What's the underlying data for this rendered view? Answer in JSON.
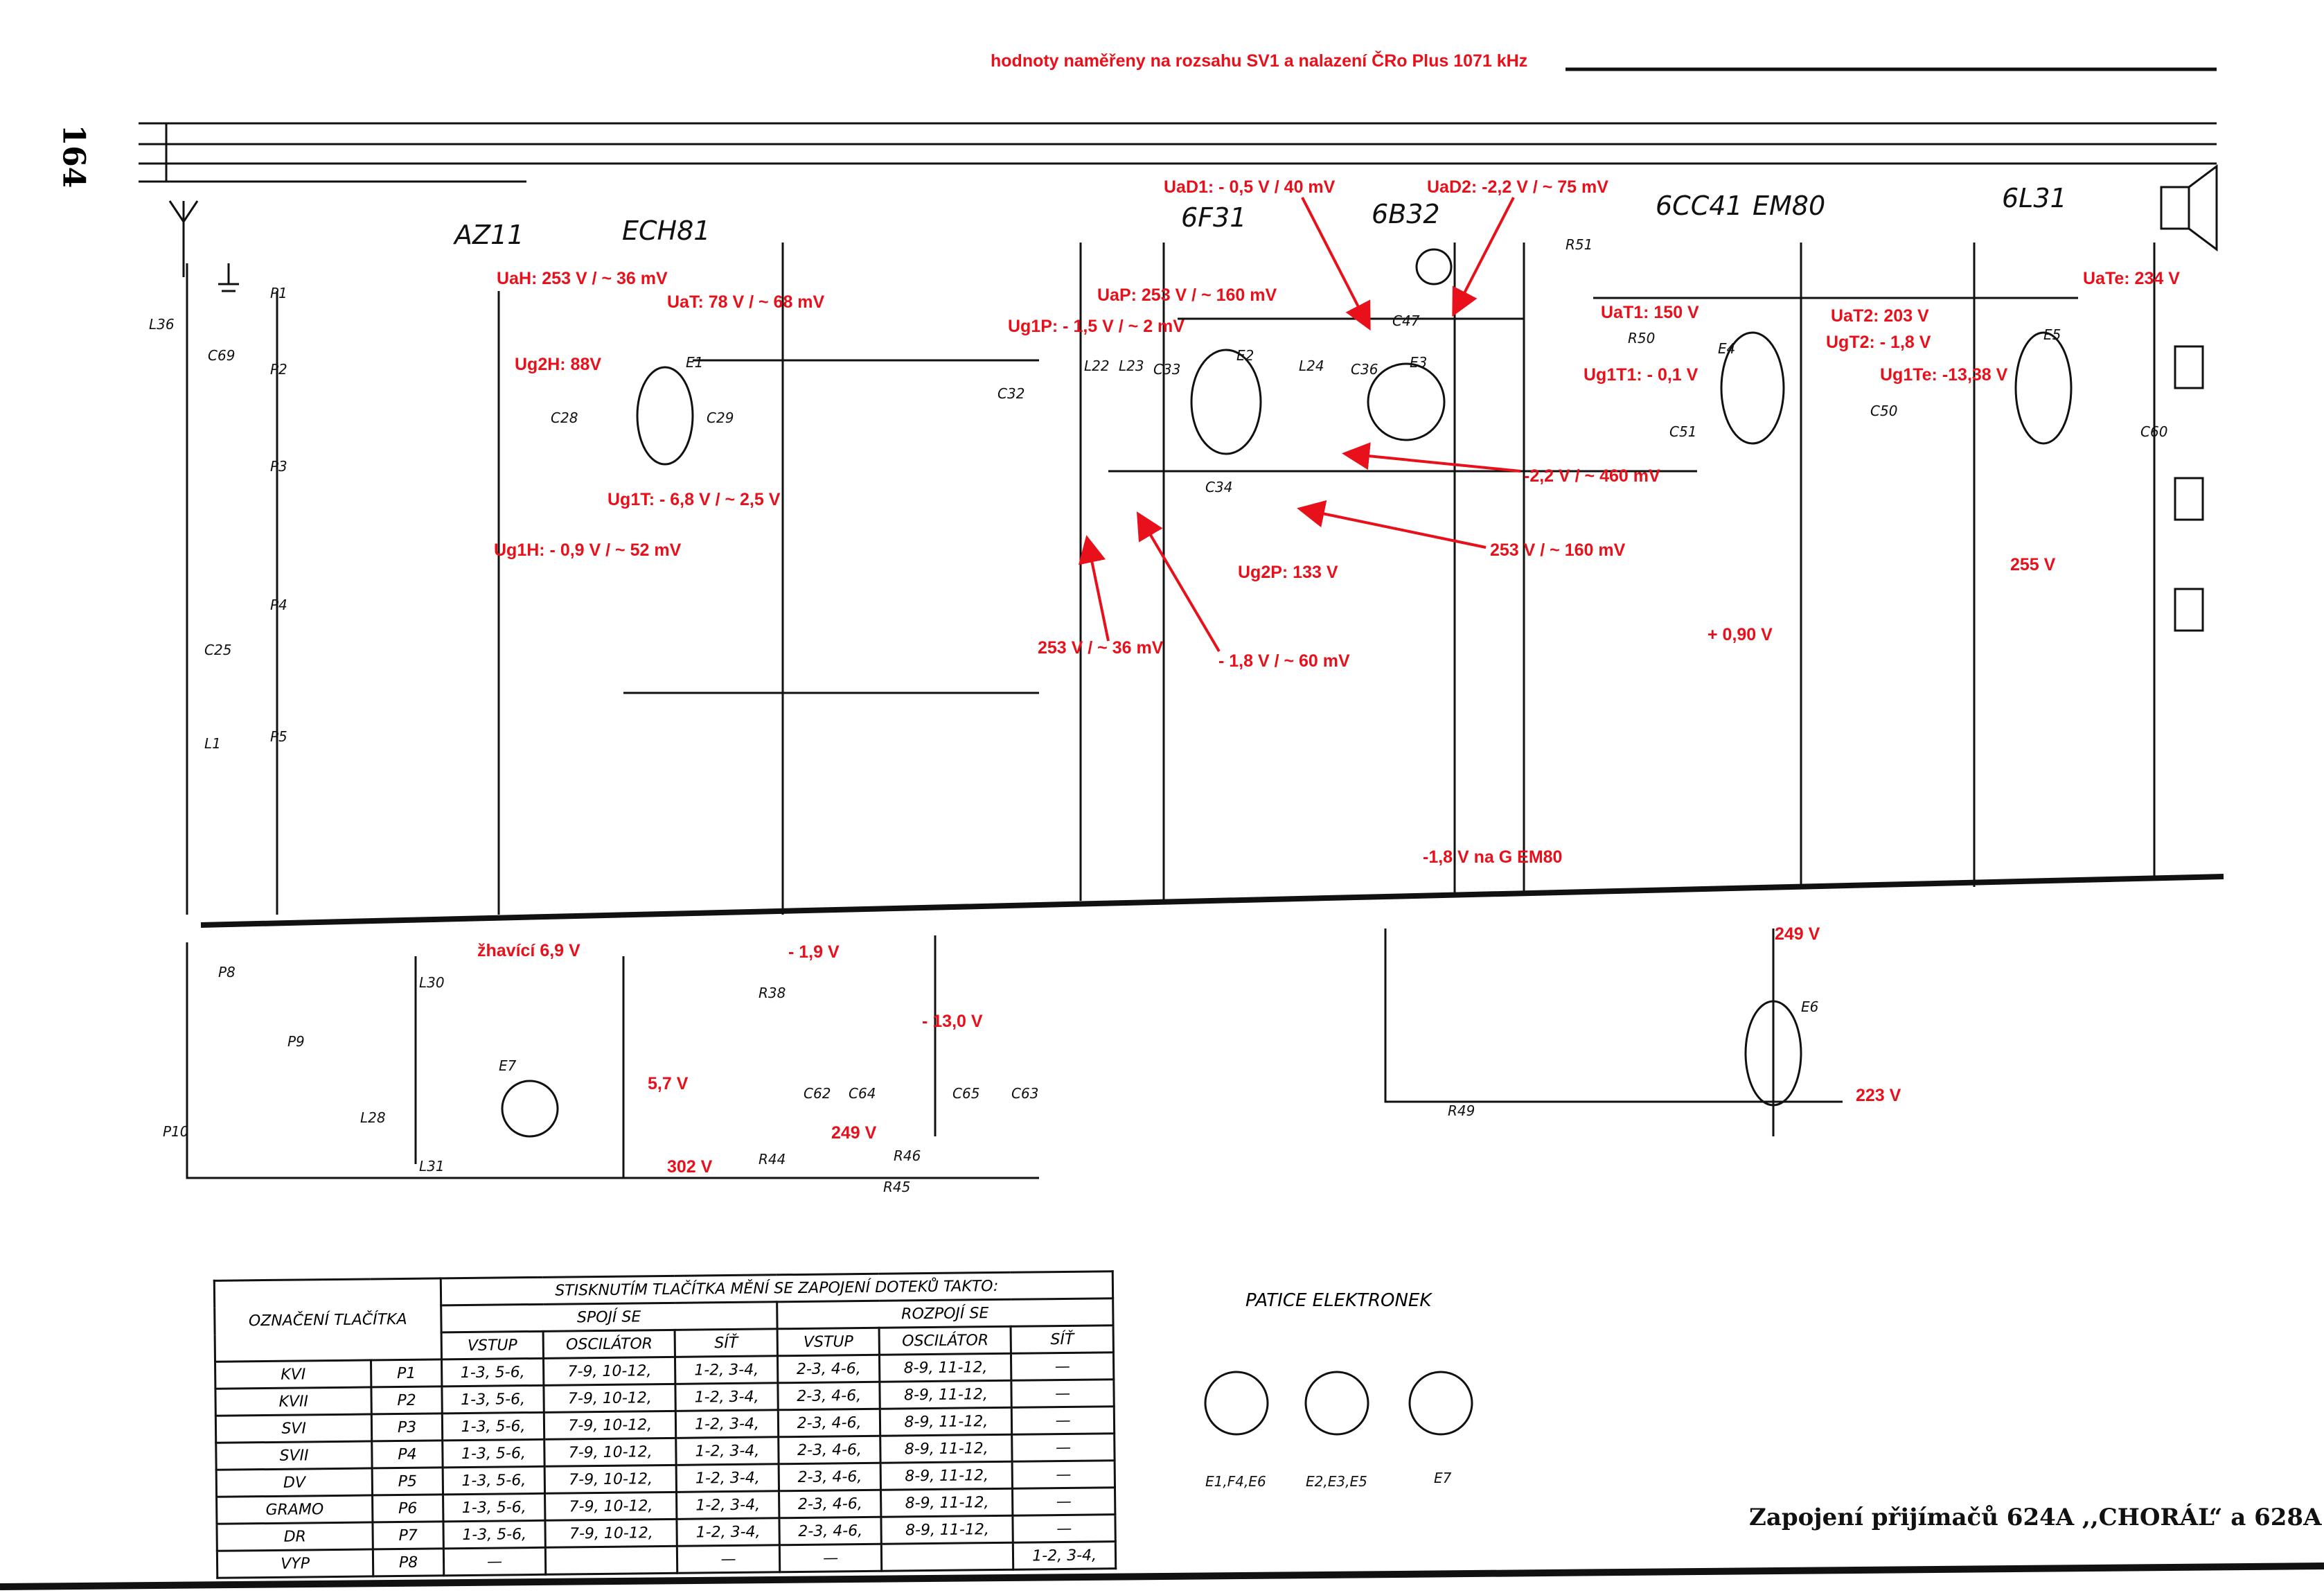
{
  "header_note": "hodnoty naměřeny na rozsahu SV1 a nalazení ČRo Plus 1071 kHz",
  "page_number": "164",
  "tubes": [
    "AZ11",
    "ECH81",
    "6F31",
    "6B32",
    "6CC41",
    "EM80",
    "6L31"
  ],
  "annotations": [
    "UaH: 253 V / ~ 36 mV",
    "UaT: 78 V / ~ 68 mV",
    "Ug2H: 88V",
    "Ug1T: - 6,8 V / ~ 2,5 V",
    "Ug1H: - 0,9 V / ~ 52 mV",
    "UaP: 253 V / ~ 160 mV",
    "Ug1P: - 1,5 V / ~ 2 mV",
    "UaD1: - 0,5 V / 40 mV",
    "UaD2: -2,2 V / ~ 75 mV",
    "UaT1: 150 V",
    "Ug1T1: - 0,1 V",
    "UaT2: 203 V",
    "UgT2: - 1,8 V",
    "Ug1Te: -13,38 V",
    "UaTe: 234 V",
    "-2,2 V / ~ 460 mV",
    "253 V / ~ 160 mV",
    "Ug2P: 133 V",
    "253 V / ~ 36 mV",
    "- 1,8 V / ~ 60 mV",
    "+ 0,90 V",
    "255 V",
    "-1,8 V na G EM80",
    "žhavící 6,9 V",
    "- 1,9 V",
    "249 V",
    "- 13,0 V",
    "5,7 V",
    "223 V",
    "249 V",
    "302 V"
  ],
  "components": [
    "P1",
    "P2",
    "P3",
    "P4",
    "P5",
    "L36",
    "C69",
    "C25",
    "L1",
    "C28",
    "C29",
    "E1",
    "C32",
    "L22",
    "L23",
    "C33",
    "E2",
    "C34",
    "L24",
    "C36",
    "E3",
    "C47",
    "R51",
    "R50",
    "E4",
    "C51",
    "C50",
    "E5",
    "C60",
    "R49",
    "E6",
    "E7",
    "L28",
    "L30",
    "L31",
    "P8",
    "P9",
    "P10",
    "R38",
    "C62",
    "C64",
    "C65",
    "C63",
    "R44",
    "R46",
    "R45"
  ],
  "switch_table": {
    "title": "STISKNUTÍM TLAČÍTKA MĚNÍ SE ZAPOJENÍ DOTEKŮ TAKTO:",
    "col_label": "OZNAČENÍ TLAČÍTKA",
    "group_connect": "SPOJÍ SE",
    "group_disconnect": "ROZPOJÍ SE",
    "sub_headers": [
      "VSTUP",
      "OSCILÁTOR",
      "SÍŤ",
      "VSTUP",
      "OSCILÁTOR",
      "SÍŤ"
    ],
    "rows": [
      [
        "KVI",
        "P1",
        "1-3, 5-6,",
        "7-9, 10-12,",
        "1-2, 3-4,",
        "2-3, 4-6,",
        "8-9, 11-12,",
        "—"
      ],
      [
        "KVII",
        "P2",
        "1-3, 5-6,",
        "7-9, 10-12,",
        "1-2, 3-4,",
        "2-3, 4-6,",
        "8-9, 11-12,",
        "—"
      ],
      [
        "SVI",
        "P3",
        "1-3, 5-6,",
        "7-9, 10-12,",
        "1-2, 3-4,",
        "2-3, 4-6,",
        "8-9, 11-12,",
        "—"
      ],
      [
        "SVII",
        "P4",
        "1-3, 5-6,",
        "7-9, 10-12,",
        "1-2, 3-4,",
        "2-3, 4-6,",
        "8-9, 11-12,",
        "—"
      ],
      [
        "DV",
        "P5",
        "1-3, 5-6,",
        "7-9, 10-12,",
        "1-2, 3-4,",
        "2-3, 4-6,",
        "8-9, 11-12,",
        "—"
      ],
      [
        "GRAMO",
        "P6",
        "1-3, 5-6,",
        "7-9, 10-12,",
        "1-2, 3-4,",
        "2-3, 4-6,",
        "8-9, 11-12,",
        "—"
      ],
      [
        "DR",
        "P7",
        "1-3, 5-6,",
        "7-9, 10-12,",
        "1-2, 3-4,",
        "2-3, 4-6,",
        "8-9, 11-12,",
        "—"
      ],
      [
        "VYP",
        "P8",
        "—",
        "",
        "—",
        "—",
        "",
        "1-2, 3-4,"
      ]
    ]
  },
  "sockets": {
    "title": "PATICE ELEKTRONEK",
    "labels": [
      "E1,F4,E6",
      "E2,E3,E5",
      "E7"
    ]
  },
  "caption": "Zapojení přijímačů 624A ,,CHORÁL“ a 628A"
}
